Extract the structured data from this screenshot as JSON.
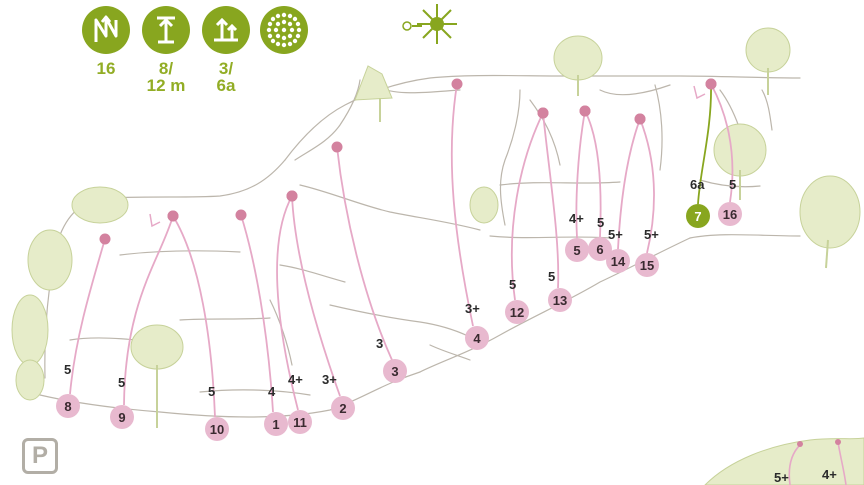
{
  "colors": {
    "route": "#e6a9c7",
    "anchor": "#d3829f",
    "badge": "#e8b9cf",
    "highlight": "#88a61f",
    "rock_line": "#bcb6ac",
    "tree_fill": "#e6ecc9",
    "tree_line": "#c7d29a",
    "info_text": "#92ad25",
    "parking": "#b2aea6"
  },
  "info": [
    {
      "icon": "north-arrow-icon",
      "label": "16"
    },
    {
      "icon": "height-icon",
      "label": "8/\n12 m"
    },
    {
      "icon": "grade-range-icon",
      "label": "3/\n6a"
    },
    {
      "icon": "sun-exposure-icon",
      "label": ""
    }
  ],
  "orientation": {
    "icon": "sun-icon"
  },
  "parking_label": "P",
  "routes": [
    {
      "number": "1",
      "grade": "4",
      "highlight": false
    },
    {
      "number": "2",
      "grade": "3+",
      "highlight": false
    },
    {
      "number": "3",
      "grade": "3",
      "highlight": false
    },
    {
      "number": "4",
      "grade": "3+",
      "highlight": false
    },
    {
      "number": "5",
      "grade": "4+",
      "highlight": false
    },
    {
      "number": "6",
      "grade": "5",
      "highlight": false
    },
    {
      "number": "7",
      "grade": "6a",
      "highlight": true
    },
    {
      "number": "8",
      "grade": "5",
      "highlight": false
    },
    {
      "number": "9",
      "grade": "5",
      "highlight": false
    },
    {
      "number": "10",
      "grade": "5",
      "highlight": false
    },
    {
      "number": "11",
      "grade": "4+",
      "highlight": false
    },
    {
      "number": "12",
      "grade": "5",
      "highlight": false
    },
    {
      "number": "13",
      "grade": "5",
      "highlight": false
    },
    {
      "number": "14",
      "grade": "5+",
      "highlight": false
    },
    {
      "number": "15",
      "grade": "5+",
      "highlight": false
    },
    {
      "number": "16",
      "grade": "5",
      "highlight": false
    }
  ],
  "adjacent_grades": [
    "5+",
    "4+"
  ]
}
